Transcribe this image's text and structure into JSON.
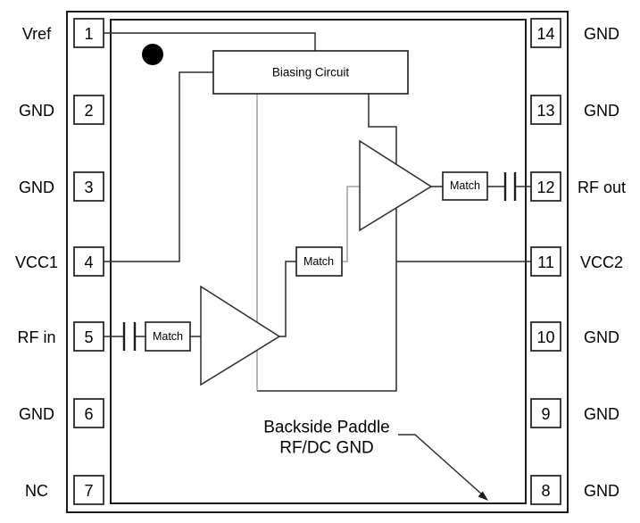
{
  "figure": {
    "type": "ic-functional-block-diagram",
    "pins": {
      "left": [
        {
          "number": "1",
          "label": "Vref"
        },
        {
          "number": "2",
          "label": "GND"
        },
        {
          "number": "3",
          "label": "GND"
        },
        {
          "number": "4",
          "label": "VCC1"
        },
        {
          "number": "5",
          "label": "RF in"
        },
        {
          "number": "6",
          "label": "GND"
        },
        {
          "number": "7",
          "label": "NC"
        }
      ],
      "right": [
        {
          "number": "14",
          "label": "GND"
        },
        {
          "number": "13",
          "label": "GND"
        },
        {
          "number": "12",
          "label": "RF out"
        },
        {
          "number": "11",
          "label": "VCC2"
        },
        {
          "number": "10",
          "label": "GND"
        },
        {
          "number": "9",
          "label": "GND"
        },
        {
          "number": "8",
          "label": "GND"
        }
      ]
    },
    "blocks": {
      "biasing": "Biasing Circuit",
      "match_input": "Match",
      "match_interstage": "Match",
      "match_output": "Match"
    },
    "annotation": {
      "line1": "Backside Paddle",
      "line2": "RF/DC GND"
    },
    "colors": {
      "line": "#1c1c1c",
      "bias_line": "#8f8f8f",
      "background": "#ffffff",
      "text": "#000000"
    }
  }
}
